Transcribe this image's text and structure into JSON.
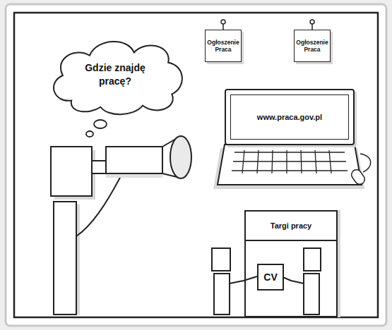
{
  "diagram": {
    "nodes": [
      {
        "text": [
          "Gdzie znajdę pracę?"
        ]
      },
      {
        "text": [
          "Ogłoszenie Praca"
        ]
      },
      {
        "text": [
          "Ogłoszenie Praca"
        ]
      },
      {
        "text": [
          "www.praca.gov.pl"
        ]
      },
      {
        "text": [
          "Targi pracy"
        ]
      },
      {
        "text": [
          "CV"
        ],
        "in": 4
      }
    ]
  }
}
